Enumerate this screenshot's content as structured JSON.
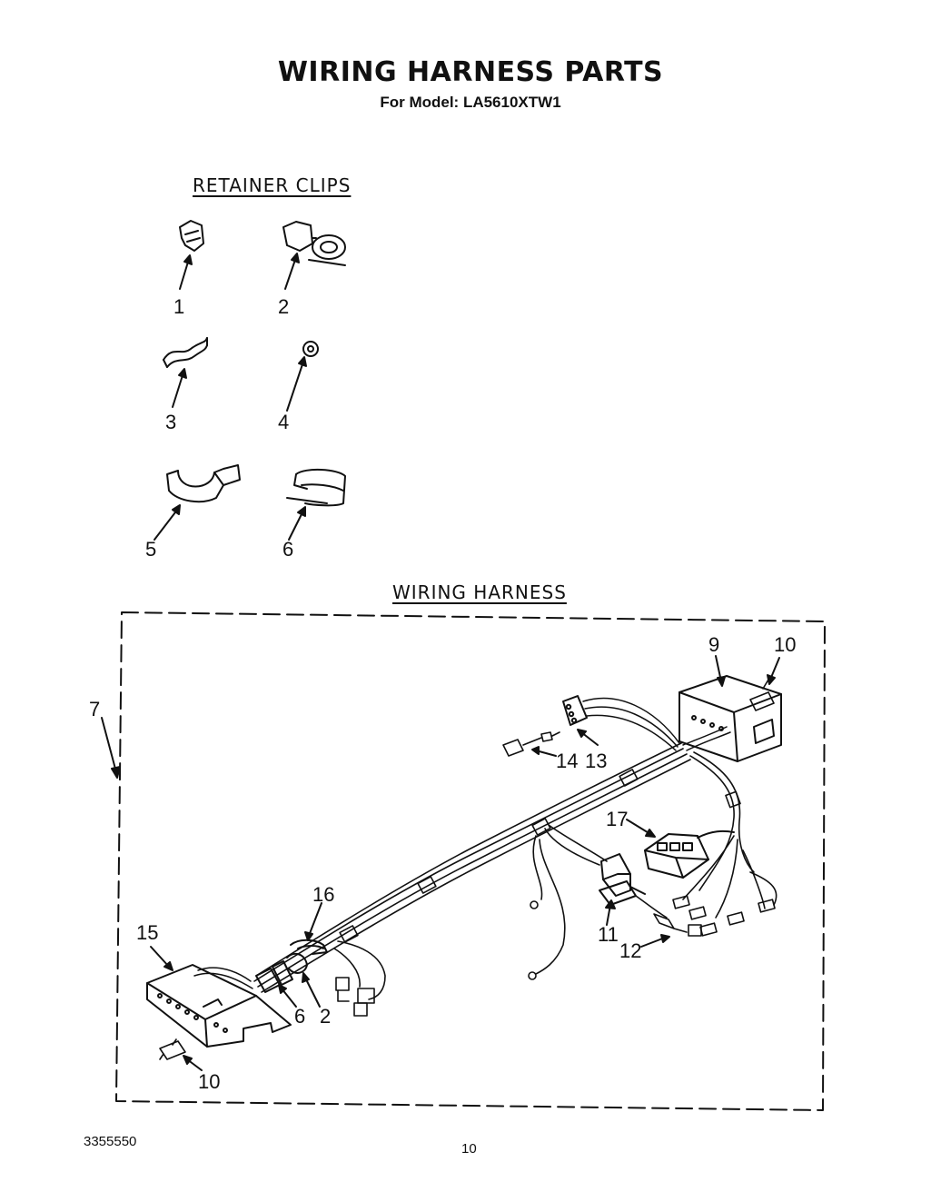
{
  "header": {
    "title": "WIRING HARNESS PARTS",
    "subtitle": "For Model: LA5610XTW1"
  },
  "sections": {
    "retainer_clips": "RETAINER CLIPS",
    "wiring_harness": "WIRING HARNESS"
  },
  "clip_callouts": [
    "1",
    "2",
    "3",
    "4",
    "5",
    "6"
  ],
  "harness_callouts": [
    "7",
    "9",
    "10",
    "14",
    "13",
    "17",
    "16",
    "15",
    "11",
    "12",
    "6",
    "2",
    "10"
  ],
  "footer": {
    "doc_number": "3355550",
    "page_number": "10"
  }
}
